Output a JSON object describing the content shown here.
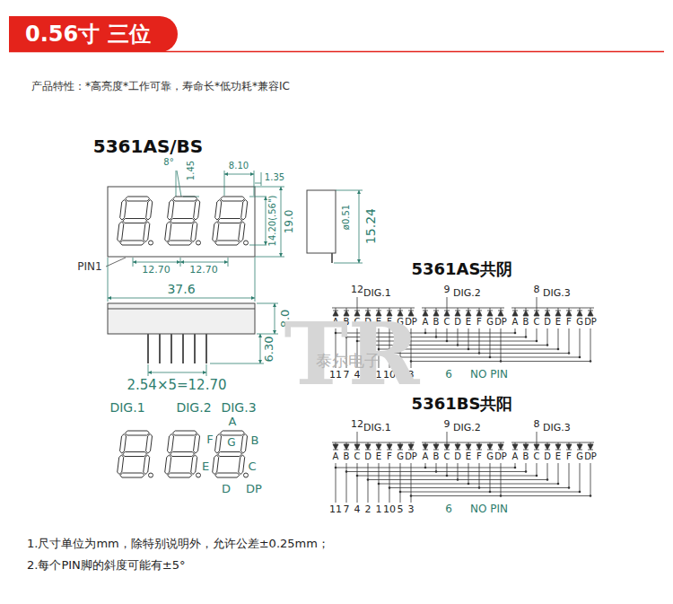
{
  "diagram": {
    "nodes": [
      {
        "text": [
          "0.56寸 三位"
        ]
      }
    ],
    "labels": [
      "产品特性：*高亮度*工作可靠，寿命长*低功耗*兼容IC",
      "5361AS/BS",
      "8°",
      "1.45",
      "8.10",
      "1.35",
      "14.20(.56\")",
      "19.0",
      "PIN1",
      "12.70",
      "12.70",
      "37.6",
      "ø0.51",
      "15.24",
      "8.0",
      "6.30",
      "2.54×5=12.70",
      "DIG.1",
      "DIG.2",
      "DIG.3",
      "A",
      "F",
      "G",
      "B",
      "E",
      "C",
      "D",
      "DP",
      "5361AS共阴",
      "12",
      "DIG.1",
      "9",
      "DIG.2",
      "8",
      "DIG.3",
      "A",
      "B",
      "C",
      "D",
      "E",
      "F",
      "G",
      "DP",
      "A",
      "B",
      "C",
      "D",
      "E",
      "F",
      "G",
      "DP",
      "A",
      "B",
      "C",
      "D",
      "E",
      "F",
      "G",
      "DP",
      "11",
      "7",
      "4",
      "2",
      "1",
      "10",
      "5",
      "3",
      "6",
      "NO PIN",
      "5361BS共阳",
      "12",
      "DIG.1",
      "9",
      "DIG.2",
      "8",
      "DIG.3",
      "A",
      "B",
      "C",
      "D",
      "E",
      "F",
      "G",
      "DP",
      "A",
      "B",
      "C",
      "D",
      "E",
      "F",
      "G",
      "DP",
      "A",
      "B",
      "C",
      "D",
      "E",
      "F",
      "G",
      "DP",
      "11",
      "7",
      "4",
      "2",
      "1",
      "10",
      "5",
      "3",
      "6",
      "NO PIN",
      "TR",
      "泰尔电子",
      "1.尺寸单位为mm，除特别说明外，允许公差±0.25mm；",
      "2.每个PIN脚的斜度可能有±5°"
    ]
  }
}
